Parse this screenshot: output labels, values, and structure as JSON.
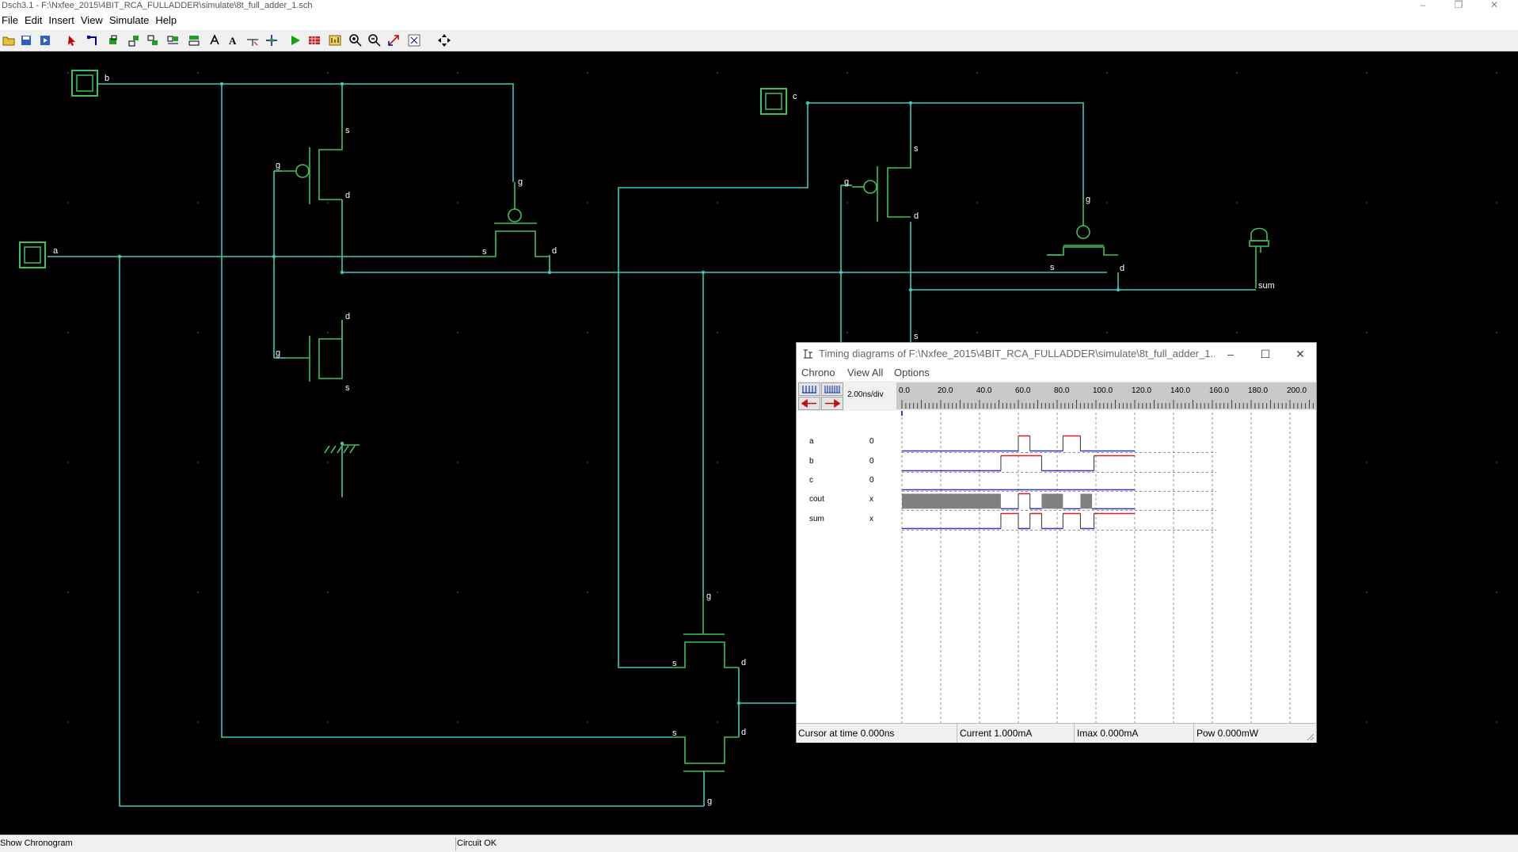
{
  "app": {
    "title": "Dsch3.1 - F:\\Nxfee_2015\\4BIT_RCA_FULLADDER\\simulate\\8t_full_adder_1.sch",
    "controls": {
      "minimize": "–",
      "restore": "❐",
      "close": "✕"
    }
  },
  "menu": [
    "File",
    "Edit",
    "Insert",
    "View",
    "Simulate",
    "Help"
  ],
  "toolbar": {
    "icons": [
      "open-file-icon",
      "save-icon",
      "save-as-icon",
      "select-arrow-icon",
      "wire-icon",
      "move-icon",
      "rotate-icon",
      "flip-icon",
      "copy-icon",
      "mirror-icon",
      "align-icon",
      "text-icon",
      "connect-icon",
      "add-node-icon",
      "run-simulation-icon",
      "chronogram-icon",
      "timing-icon",
      "zoom-in-icon",
      "zoom-out-icon",
      "zoom-fit-icon",
      "extract-icon",
      "pan-icon"
    ]
  },
  "schematic": {
    "inputs": [
      "b",
      "a",
      "c"
    ],
    "output": "sum",
    "pin_labels": {
      "source": "s",
      "drain": "d",
      "gate": "g"
    },
    "colors": {
      "wire": "#40c8b8",
      "component": "#3ec25a",
      "text": "#ffffff",
      "background": "#000000"
    }
  },
  "timing": {
    "title": "Timing diagrams of F:\\Nxfee_2015\\4BIT_RCA_FULLADDER\\simulate\\8t_full_adder_1....",
    "menu": [
      "Chrono",
      "View All",
      "Options"
    ],
    "controls": {
      "minimize": "–",
      "maximize": "☐",
      "close": "✕"
    },
    "rate": "2.00ns/div",
    "ruler_labels": [
      "0.0",
      "20.0",
      "40.0",
      "60.0",
      "80.0",
      "100.0",
      "120.0",
      "140.0",
      "160.0",
      "180.0",
      "200.0"
    ],
    "colors": {
      "low": "#3434c8",
      "high": "#e02020",
      "unknown": "#808080"
    },
    "signals": [
      {
        "name": "a",
        "value": "0"
      },
      {
        "name": "b",
        "value": "0"
      },
      {
        "name": "c",
        "value": "0"
      },
      {
        "name": "cout",
        "value": "x"
      },
      {
        "name": "sum",
        "value": "x"
      }
    ],
    "status": {
      "cursor": "Cursor at time 0.000ns",
      "current": "Current 1.000mA",
      "imax": "Imax 0.000mA",
      "pow": "Pow 0.000mW"
    }
  },
  "status": {
    "left": "Show Chronogram",
    "right": "Circuit OK"
  }
}
